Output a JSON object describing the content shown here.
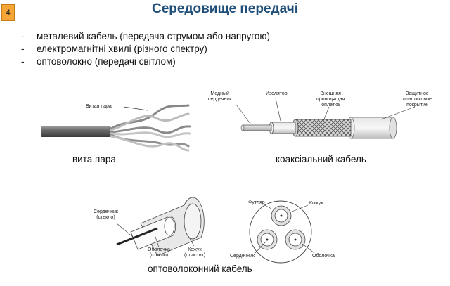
{
  "slide": {
    "number": "4",
    "title": "Середовище передачі",
    "bullets": [
      {
        "marker": "-",
        "text": "металевий кабель (передача струмом або напругою)"
      },
      {
        "marker": "-",
        "text": "електромагнітні хвилі (різного спектру)"
      },
      {
        "marker": "-",
        "text": "оптоволокно (передачі світлом)"
      }
    ]
  },
  "twisted_pair": {
    "caption": "вита пара",
    "label": "Витая пара"
  },
  "coax": {
    "caption": "коаксіальний кабель",
    "labels": {
      "core": "Медный\nсердечник",
      "insulator": "Изолятор",
      "braid": "Внешняя\nпроводящая\nоплетка",
      "jacket": "Защитное\nпластиковое\nпокрытие"
    }
  },
  "fiber": {
    "caption": "оптоволоконний кабель",
    "labels": {
      "core": "Сердечник\n(стекло)",
      "cladding": "Оболочка\n(стекло)",
      "jacket": "Кожух\n(пластик)",
      "outer": "Футляр",
      "sheath": "Кожух",
      "core2": "Сердечник",
      "cladding2": "Оболочка"
    }
  }
}
